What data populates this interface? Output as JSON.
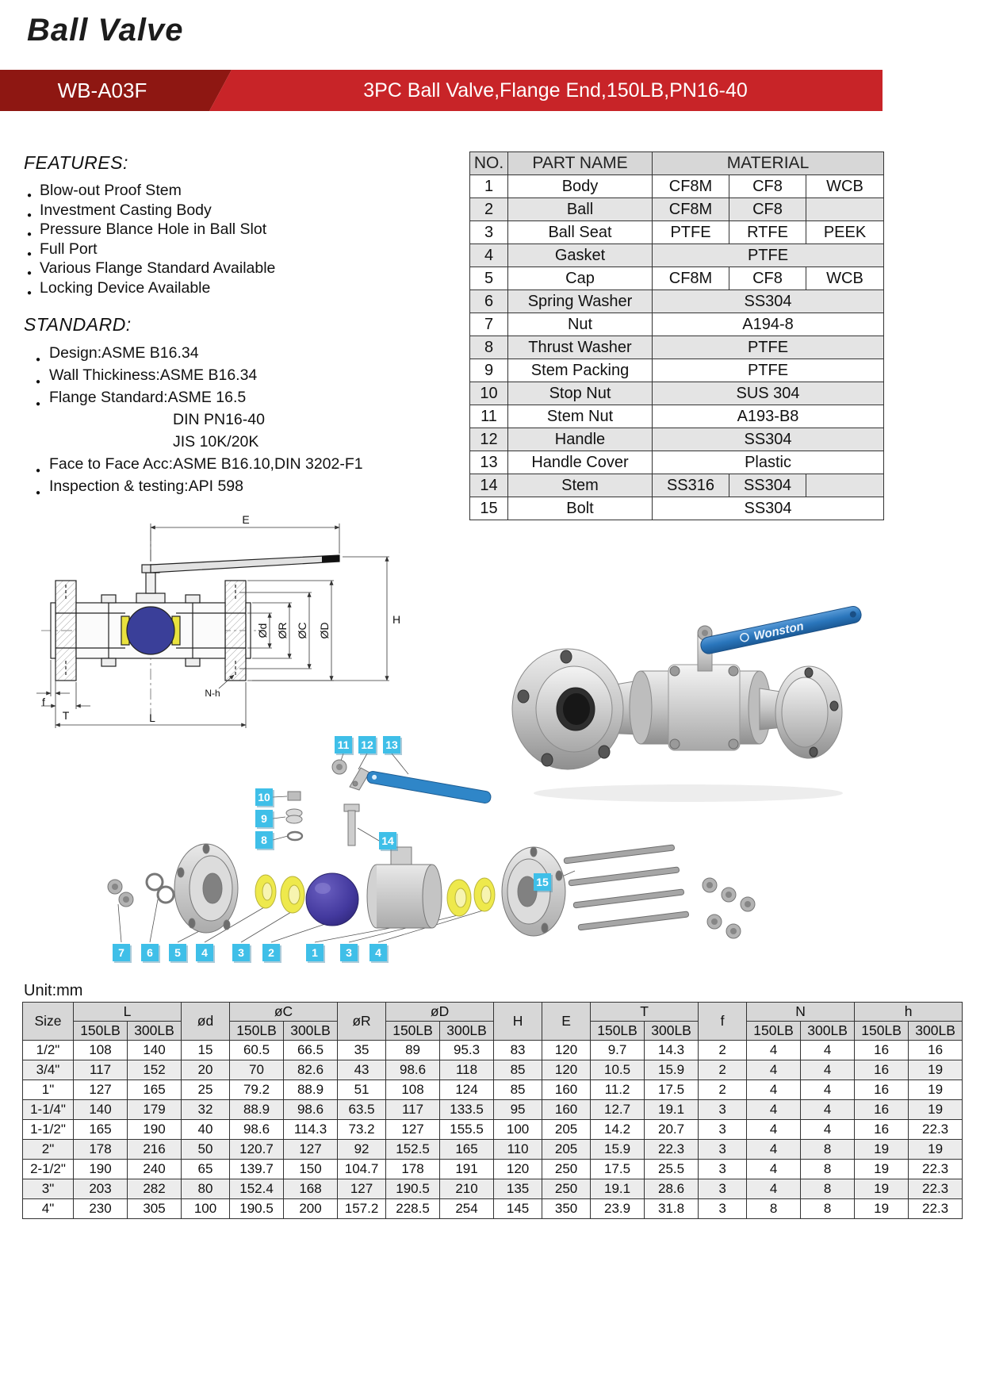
{
  "page": {
    "title": "Ball Valve",
    "model": "WB-A03F",
    "subtitle": "3PC Ball Valve,Flange End,150LB,PN16-40"
  },
  "features": {
    "heading": "FEATURES:",
    "items": [
      "Blow-out Proof Stem",
      "Investment Casting Body",
      "Pressure Blance Hole in Ball Slot",
      "Full Port",
      "Various Flange Standard Available",
      "Locking Device Available"
    ]
  },
  "standard": {
    "heading": "STANDARD:",
    "items": [
      {
        "text": "Design:ASME B16.34",
        "indent": false
      },
      {
        "text": "Wall Thickiness:ASME B16.34",
        "indent": false
      },
      {
        "text": "Flange Standard:ASME 16.5",
        "indent": false
      },
      {
        "text": "DIN PN16-40",
        "indent": true
      },
      {
        "text": "JIS 10K/20K",
        "indent": true
      },
      {
        "text": "Face to Face Acc:ASME B16.10,DIN 3202-F1",
        "indent": false
      },
      {
        "text": "Inspection & testing:API 598",
        "indent": false
      }
    ]
  },
  "parts_table": {
    "headers": [
      "NO.",
      "PART NAME",
      "MATERIAL"
    ],
    "rows": [
      {
        "no": "1",
        "name": "Body",
        "materials": [
          "CF8M",
          "CF8",
          "WCB"
        ]
      },
      {
        "no": "2",
        "name": "Ball",
        "materials": [
          "CF8M",
          "CF8",
          ""
        ]
      },
      {
        "no": "3",
        "name": "Ball Seat",
        "materials": [
          "PTFE",
          "RTFE",
          "PEEK"
        ]
      },
      {
        "no": "4",
        "name": "Gasket",
        "materials": [
          "PTFE"
        ]
      },
      {
        "no": "5",
        "name": "Cap",
        "materials": [
          "CF8M",
          "CF8",
          "WCB"
        ]
      },
      {
        "no": "6",
        "name": "Spring Washer",
        "materials": [
          "SS304"
        ]
      },
      {
        "no": "7",
        "name": "Nut",
        "materials": [
          "A194-8"
        ]
      },
      {
        "no": "8",
        "name": "Thrust Washer",
        "materials": [
          "PTFE"
        ]
      },
      {
        "no": "9",
        "name": "Stem Packing",
        "materials": [
          "PTFE"
        ]
      },
      {
        "no": "10",
        "name": "Stop Nut",
        "materials": [
          "SUS 304"
        ]
      },
      {
        "no": "11",
        "name": "Stem Nut",
        "materials": [
          "A193-B8"
        ]
      },
      {
        "no": "12",
        "name": "Handle",
        "materials": [
          "SS304"
        ]
      },
      {
        "no": "13",
        "name": "Handle Cover",
        "materials": [
          "Plastic"
        ]
      },
      {
        "no": "14",
        "name": "Stem",
        "materials": [
          "SS316",
          "SS304",
          ""
        ]
      },
      {
        "no": "15",
        "name": "Bolt",
        "materials": [
          "SS304"
        ]
      }
    ]
  },
  "drawing": {
    "labels": {
      "E": "E",
      "H": "H",
      "d": "Ød",
      "R": "ØR",
      "C": "ØC",
      "D": "ØD",
      "f": "f",
      "T": "T",
      "L": "L",
      "Nh": "N-h"
    }
  },
  "photo": {
    "brand": "Wonston"
  },
  "exploded": {
    "labels": [
      "11",
      "12",
      "13",
      "10",
      "9",
      "8",
      "14",
      "7",
      "6",
      "5",
      "4",
      "3",
      "2",
      "1",
      "3",
      "4",
      "15"
    ]
  },
  "dim_table": {
    "unit_label": "Unit:mm",
    "groups": {
      "size": "Size",
      "L": "L",
      "od": "ød",
      "oC": "øC",
      "oR": "øR",
      "oD": "øD",
      "H": "H",
      "E": "E",
      "T": "T",
      "f": "f",
      "N": "N",
      "h": "h"
    },
    "sub": [
      "150LB",
      "300LB"
    ],
    "rows": [
      [
        "1/2\"",
        "108",
        "140",
        "15",
        "60.5",
        "66.5",
        "35",
        "89",
        "95.3",
        "83",
        "120",
        "9.7",
        "14.3",
        "2",
        "4",
        "4",
        "16",
        "16"
      ],
      [
        "3/4\"",
        "117",
        "152",
        "20",
        "70",
        "82.6",
        "43",
        "98.6",
        "118",
        "85",
        "120",
        "10.5",
        "15.9",
        "2",
        "4",
        "4",
        "16",
        "19"
      ],
      [
        "1\"",
        "127",
        "165",
        "25",
        "79.2",
        "88.9",
        "51",
        "108",
        "124",
        "85",
        "160",
        "11.2",
        "17.5",
        "2",
        "4",
        "4",
        "16",
        "19"
      ],
      [
        "1-1/4\"",
        "140",
        "179",
        "32",
        "88.9",
        "98.6",
        "63.5",
        "117",
        "133.5",
        "95",
        "160",
        "12.7",
        "19.1",
        "3",
        "4",
        "4",
        "16",
        "19"
      ],
      [
        "1-1/2\"",
        "165",
        "190",
        "40",
        "98.6",
        "114.3",
        "73.2",
        "127",
        "155.5",
        "100",
        "205",
        "14.2",
        "20.7",
        "3",
        "4",
        "4",
        "16",
        "22.3"
      ],
      [
        "2\"",
        "178",
        "216",
        "50",
        "120.7",
        "127",
        "92",
        "152.5",
        "165",
        "110",
        "205",
        "15.9",
        "22.3",
        "3",
        "4",
        "8",
        "19",
        "19"
      ],
      [
        "2-1/2\"",
        "190",
        "240",
        "65",
        "139.7",
        "150",
        "104.7",
        "178",
        "191",
        "120",
        "250",
        "17.5",
        "25.5",
        "3",
        "4",
        "8",
        "19",
        "22.3"
      ],
      [
        "3\"",
        "203",
        "282",
        "80",
        "152.4",
        "168",
        "127",
        "190.5",
        "210",
        "135",
        "250",
        "19.1",
        "28.6",
        "3",
        "4",
        "8",
        "19",
        "22.3"
      ],
      [
        "4\"",
        "230",
        "305",
        "100",
        "190.5",
        "200",
        "157.2",
        "228.5",
        "254",
        "145",
        "350",
        "23.9",
        "31.8",
        "3",
        "8",
        "8",
        "19",
        "22.3"
      ]
    ]
  }
}
